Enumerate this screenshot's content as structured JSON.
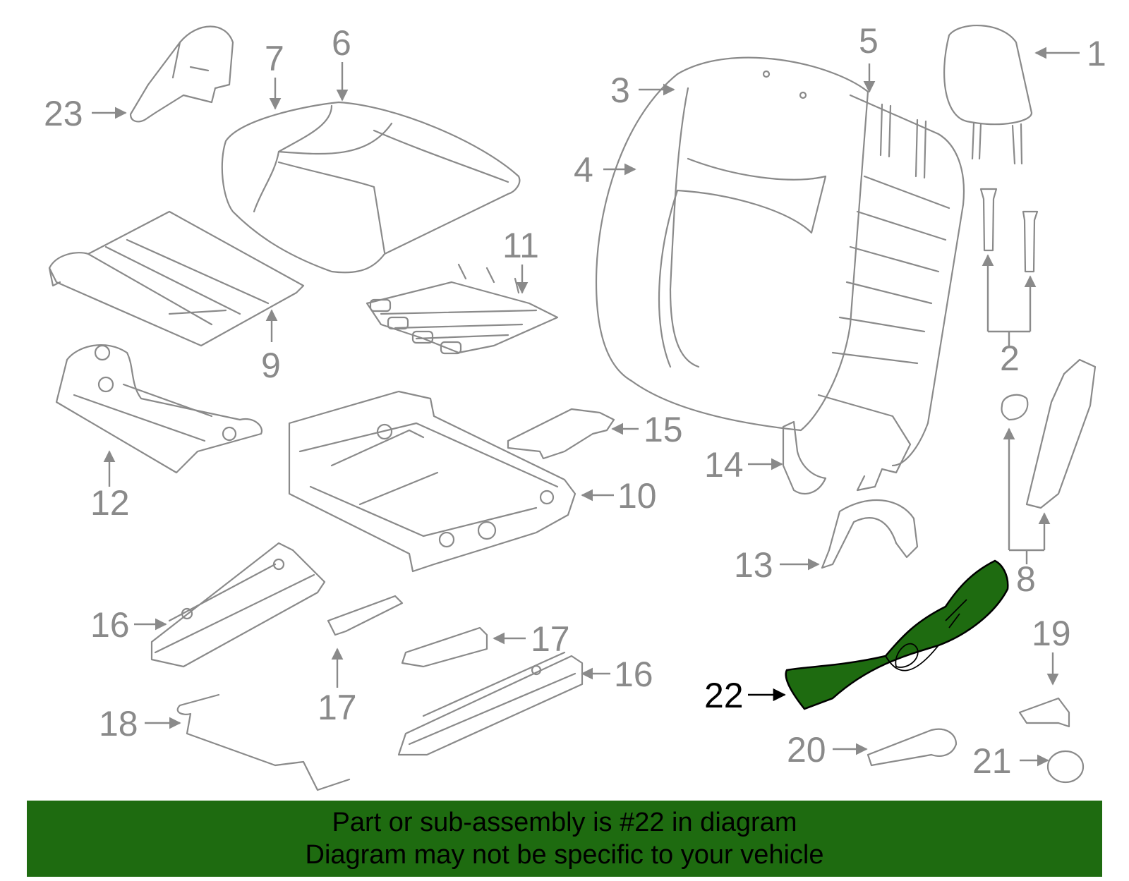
{
  "colors": {
    "part_stroke": "#8a8a8a",
    "highlight_fill": "#1e6b10",
    "banner_bg": "#1e6b10",
    "banner_text": "#000000"
  },
  "highlighted_part": "22",
  "callouts": {
    "c1": "1",
    "c2": "2",
    "c3": "3",
    "c4": "4",
    "c5": "5",
    "c6": "6",
    "c7": "7",
    "c8": "8",
    "c9": "9",
    "c10": "10",
    "c11": "11",
    "c12": "12",
    "c13": "13",
    "c14": "14",
    "c15": "15",
    "c16a": "16",
    "c16b": "16",
    "c17a": "17",
    "c17b": "17",
    "c18": "18",
    "c19": "19",
    "c20": "20",
    "c21": "21",
    "c22": "22",
    "c23": "23"
  },
  "banner": {
    "line1": "Part or sub-assembly is #22 in diagram",
    "line2": "Diagram may not be specific to your vehicle"
  }
}
